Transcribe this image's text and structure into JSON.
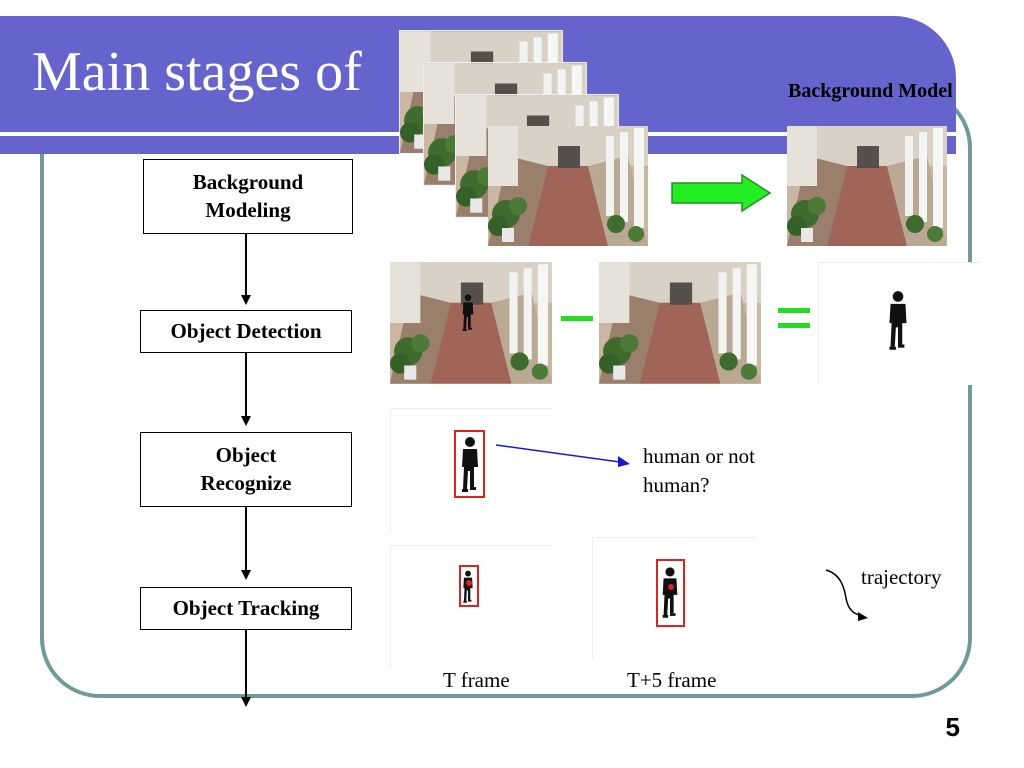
{
  "slide": {
    "title": "Main stages of",
    "page_number": "5",
    "background_model_label": "Background Model"
  },
  "flow": {
    "steps": [
      {
        "line1": "Background",
        "line2": "Modeling"
      },
      {
        "line1": "Object Detection"
      },
      {
        "line1": "Object",
        "line2": "Recognize"
      },
      {
        "line1": "Object Tracking"
      }
    ]
  },
  "recognize": {
    "question_line1": "human or not",
    "question_line2": "human?"
  },
  "tracking": {
    "trajectory_label": "trajectory",
    "frame_t_label": "T frame",
    "frame_t5_label": "T+5 frame"
  },
  "colors": {
    "banner": "#6564cc",
    "frame": "#6f9a98",
    "arrow_green": "#22ee22",
    "box_red": "#dd2222",
    "pointer_blue": "#1a1acc"
  }
}
